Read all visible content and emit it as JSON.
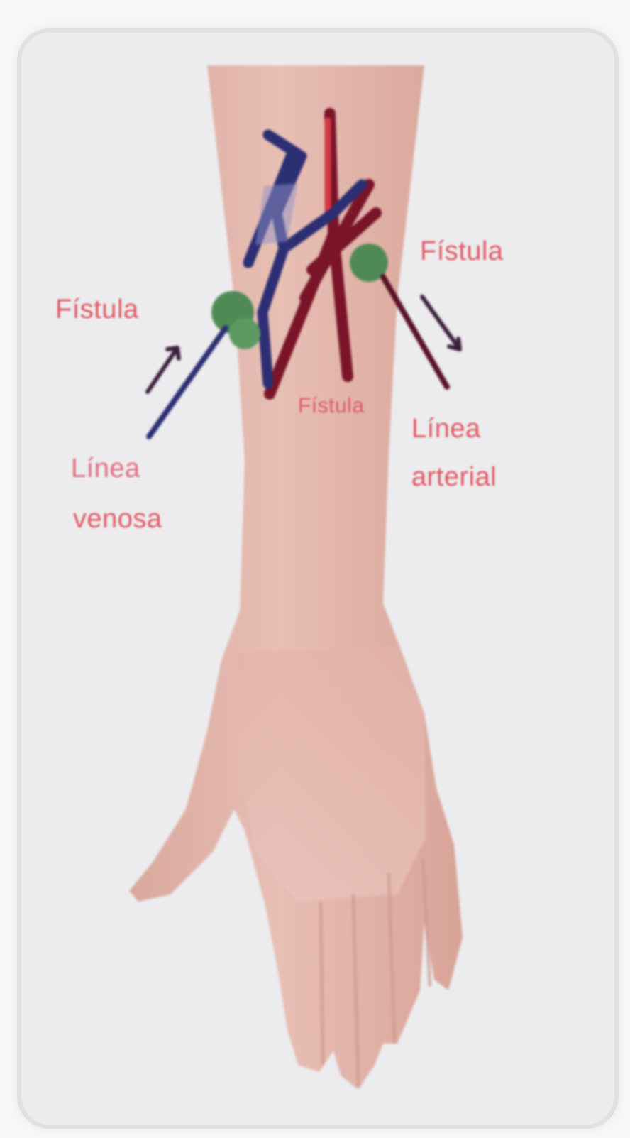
{
  "diagram": {
    "labels": {
      "left_needle": "Fístula",
      "right_needle": "Fístula",
      "center": "Fístula",
      "venous_line": [
        "Línea",
        "venosa"
      ],
      "arterial_line": [
        "Línea",
        "arterial"
      ]
    }
  },
  "colors": {
    "label_text": "#e05a64",
    "vein": "#2c2f73",
    "artery": "#6b1022",
    "skin": "#e3b5ac",
    "background": "#ececee",
    "needle_hub": "#4f8a55"
  }
}
